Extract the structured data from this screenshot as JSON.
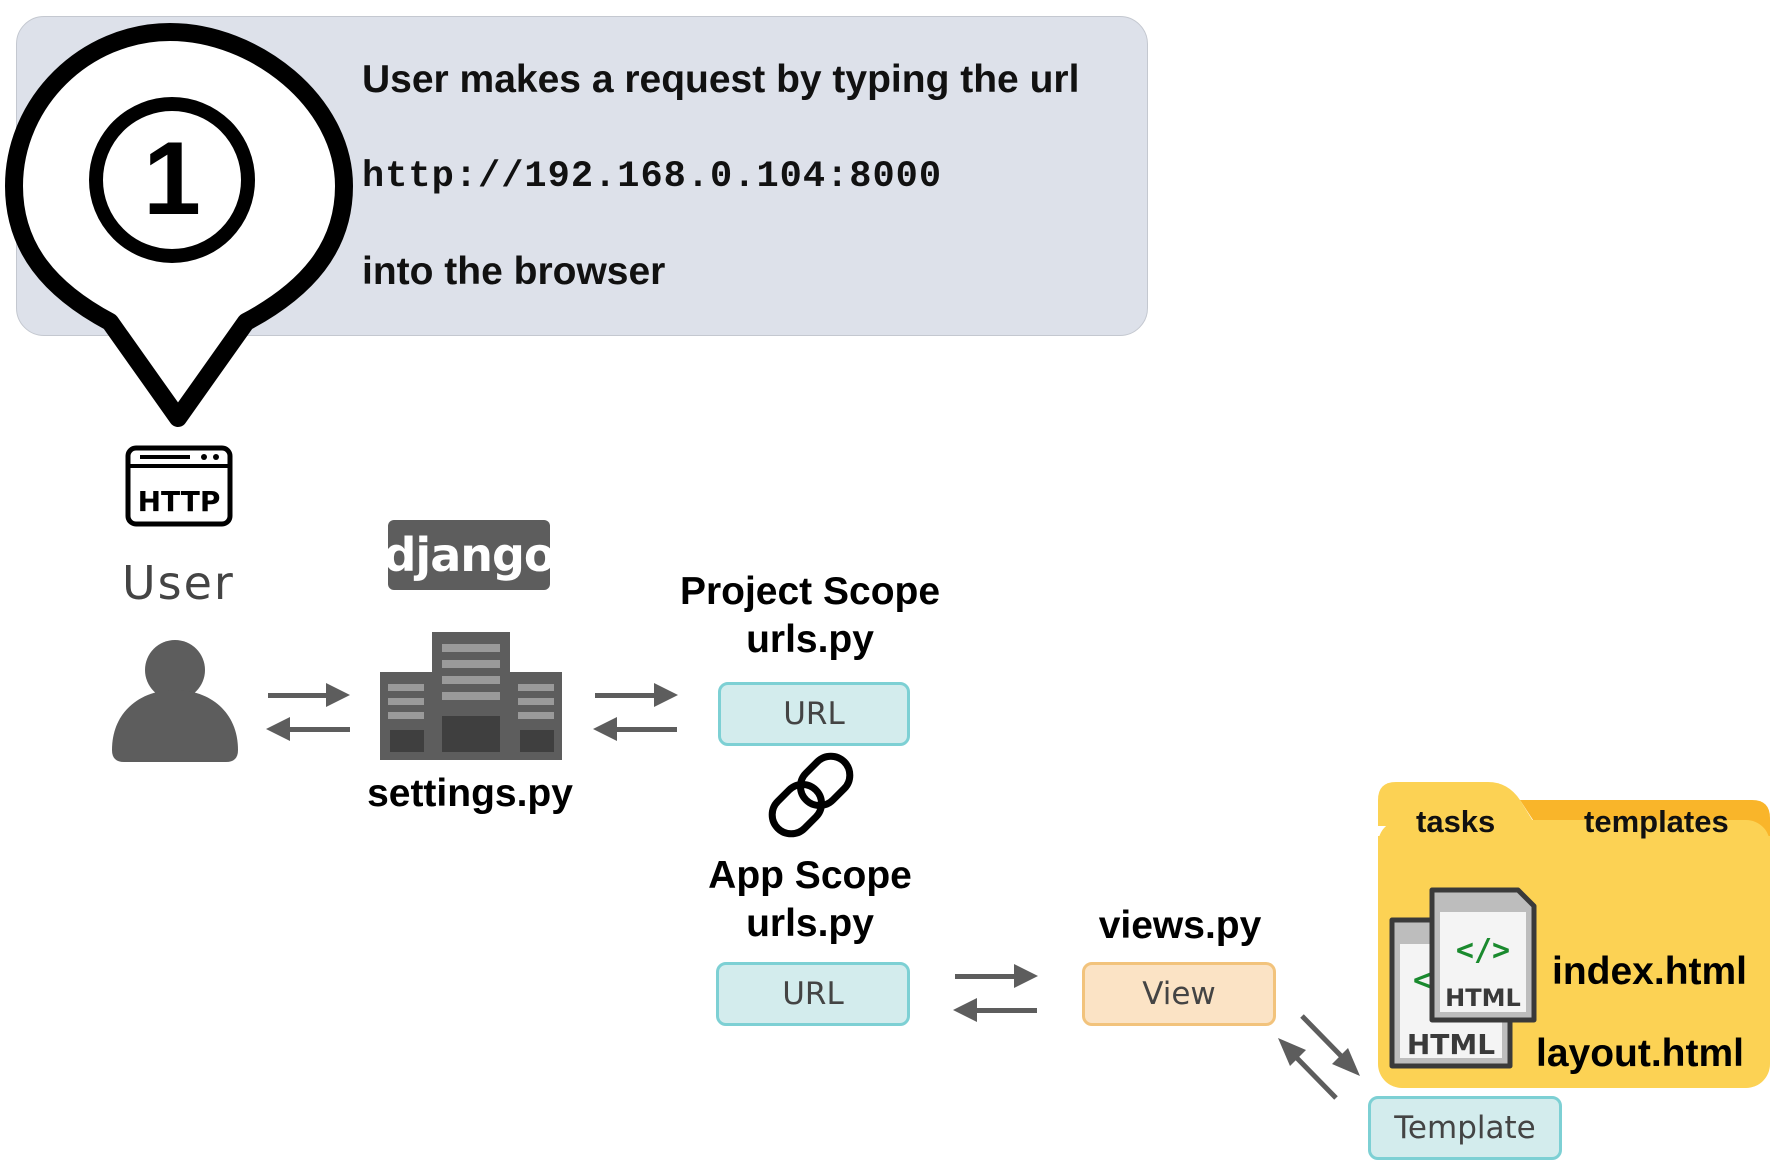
{
  "callout": {
    "step_number": "1",
    "line1": "User makes a request by typing the url",
    "url": "http://192.168.0.104:8000",
    "line3": "into the browser"
  },
  "http_icon_label": "HTTP",
  "user_label": "User",
  "django_logo": "django",
  "settings_label": "settings.py",
  "project_scope": {
    "title": "Project Scope",
    "file": "urls.py",
    "pill": "URL"
  },
  "app_scope": {
    "title": "App Scope",
    "file": "urls.py",
    "pill": "URL"
  },
  "views": {
    "file": "views.py",
    "pill": "View"
  },
  "template_pill": "Template",
  "folder": {
    "tab1": "tasks",
    "tab2": "templates",
    "html_badge_front": "HTML",
    "html_badge_back": "HTML",
    "code_glyph": "</>",
    "file1": "index.html",
    "file2": "layout.html"
  },
  "colors": {
    "callout_bg": "#dde1ea",
    "url_pill": "#d3eced",
    "view_pill": "#fbe3c5",
    "folder": "#fcd254",
    "folder_tab": "#f9b52a",
    "icon_gray": "#5d5d5d",
    "html_green": "#1a8a2e"
  }
}
